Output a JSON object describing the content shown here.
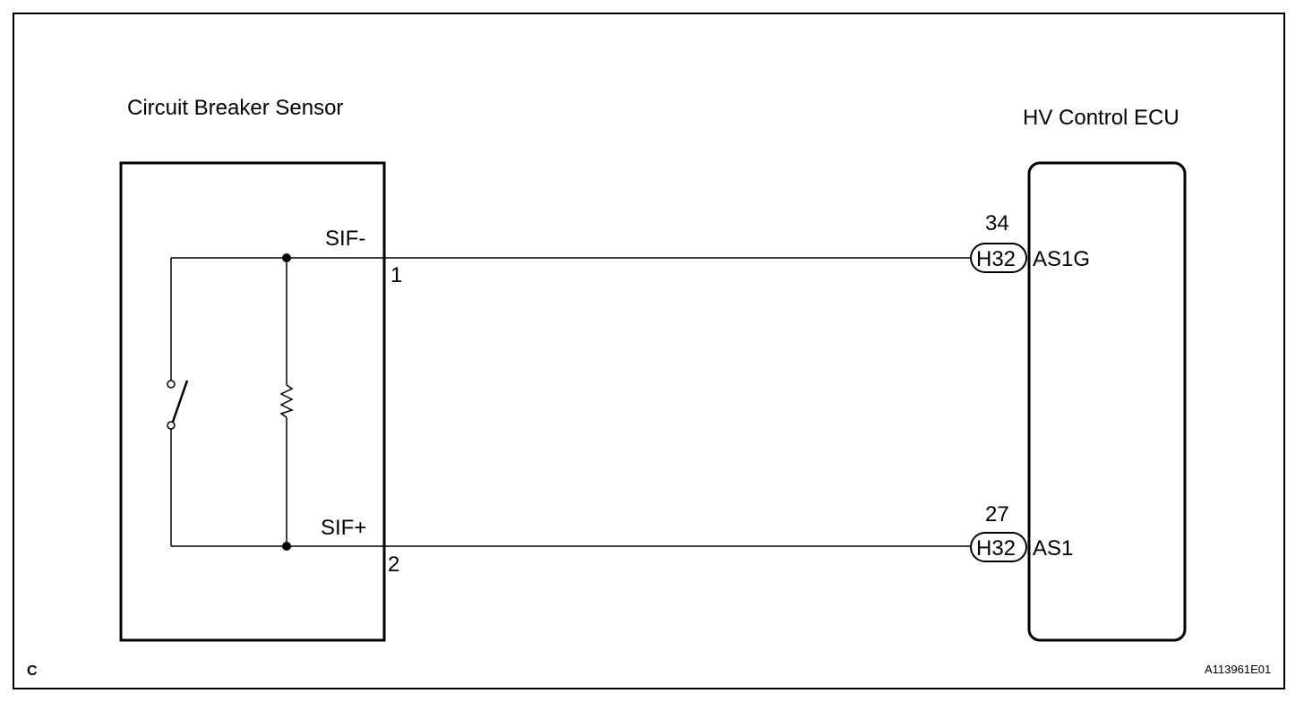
{
  "sensor": {
    "title": "Circuit Breaker Sensor",
    "terminal_top": {
      "name": "SIF-",
      "pin": "1"
    },
    "terminal_bottom": {
      "name": "SIF+",
      "pin": "2"
    }
  },
  "ecu": {
    "title": "HV Control ECU",
    "terminal_top": {
      "name": "AS1G",
      "connector": "H32",
      "pin": "34"
    },
    "terminal_bottom": {
      "name": "AS1",
      "connector": "H32",
      "pin": "27"
    }
  },
  "footer": {
    "corner_code": "C",
    "figure_id": "A113961E01"
  }
}
